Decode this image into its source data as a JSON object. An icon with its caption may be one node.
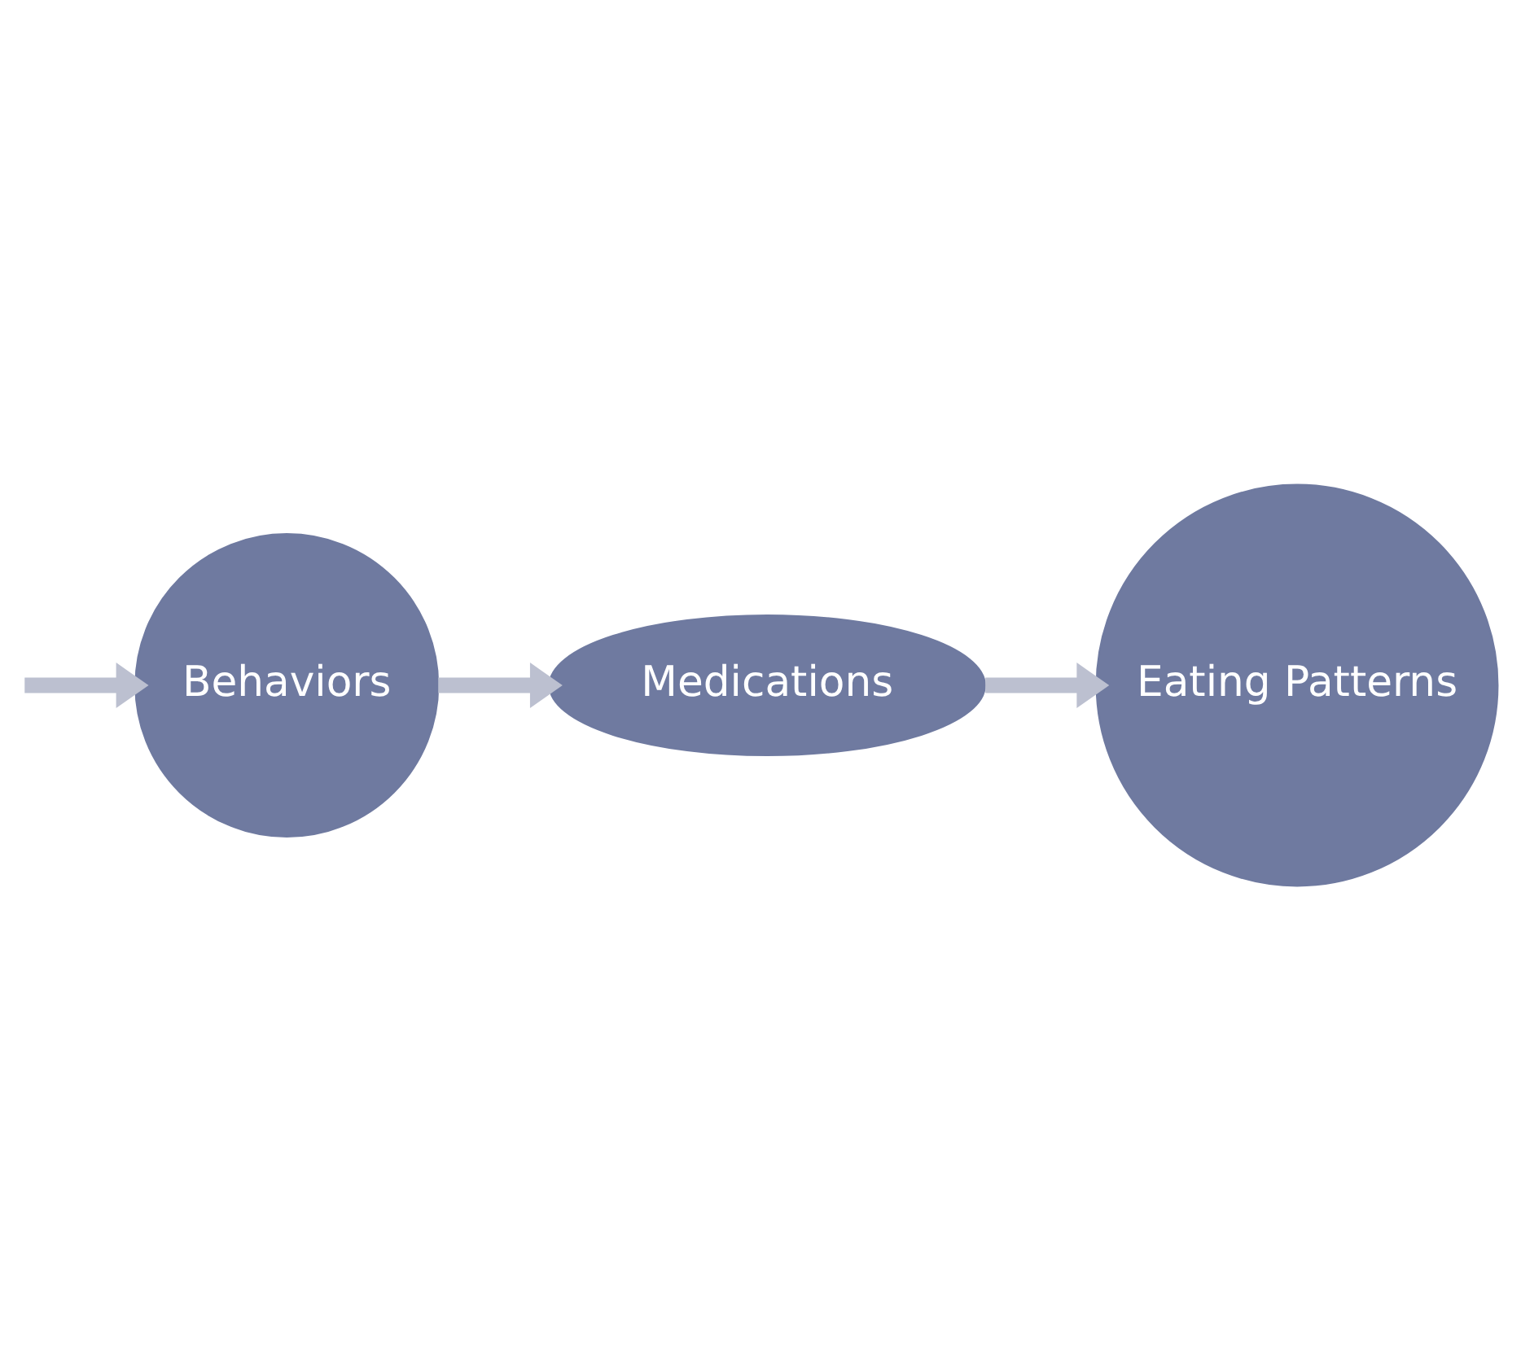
{
  "diagram": {
    "nodes": [
      {
        "text": [
          "Medications"
        ]
      },
      {
        "text": [
          "Behaviors"
        ]
      },
      {
        "text": [
          "Eating Patterns"
        ]
      }
    ],
    "edges": [
      {
        "from": 1,
        "to": 0,
        "arrow": "to"
      },
      {
        "from": null,
        "to": 1,
        "arrow": "to"
      },
      {
        "from": 0,
        "to": 2,
        "arrow": "to"
      }
    ]
  }
}
